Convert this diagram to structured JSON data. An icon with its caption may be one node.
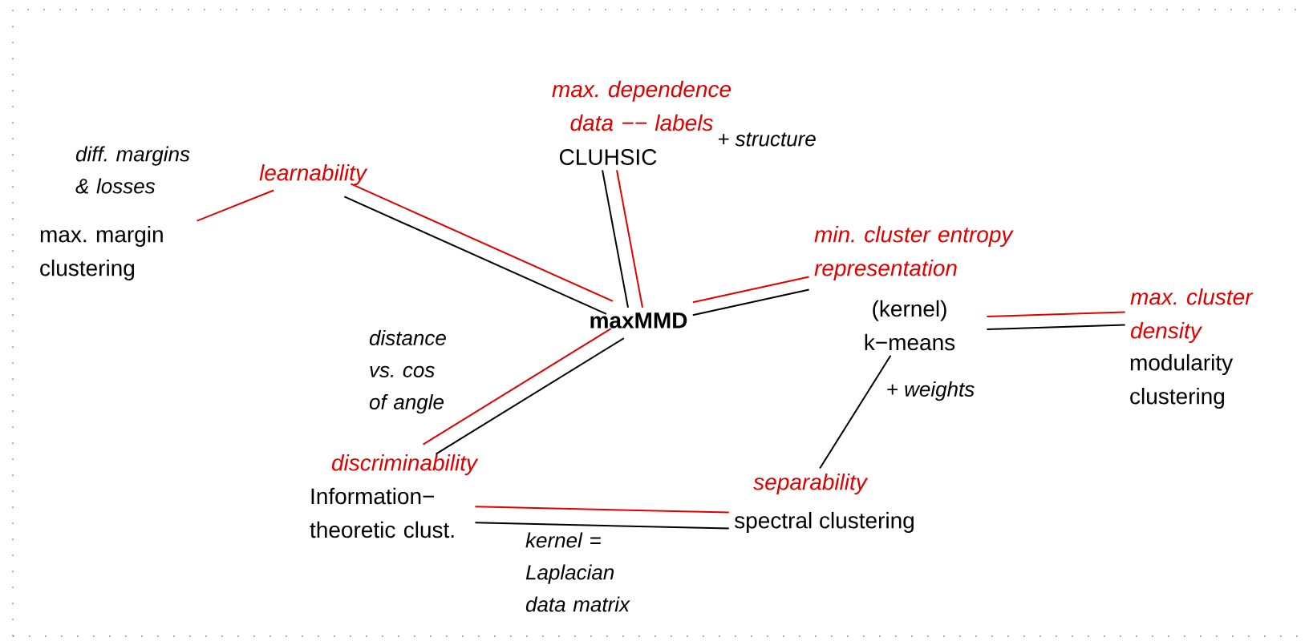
{
  "diagram": {
    "nodes": [
      {
        "text": [
          "maxMMD"
        ]
      },
      {
        "text": [
          "max. dependence data −− labels"
        ]
      },
      {
        "text": [
          "CLUHSIC"
        ]
      },
      {
        "text": [
          "learnability"
        ]
      },
      {
        "text": [
          "max. margin clustering"
        ]
      },
      {
        "text": [
          "min. cluster entropy representation"
        ]
      },
      {
        "text": [
          "(kernel) k−means"
        ]
      },
      {
        "text": [
          "max. cluster density"
        ]
      },
      {
        "text": [
          "modularity clustering"
        ]
      },
      {
        "text": [
          "discriminability"
        ]
      },
      {
        "text": [
          "Information− theoretic clust."
        ]
      },
      {
        "text": [
          "separability"
        ]
      },
      {
        "text": [
          "spectral clustering"
        ]
      }
    ],
    "edges": [
      {
        "from": 0,
        "to": 2,
        "arrow": "none"
      },
      {
        "from": 0,
        "to": 2,
        "arrow": "none",
        "color": "#e00000"
      },
      {
        "from": 0,
        "to": 3,
        "arrow": "none"
      },
      {
        "from": 0,
        "to": 3,
        "arrow": "none",
        "color": "#e00000"
      },
      {
        "from": 3,
        "to": 4,
        "arrow": "none",
        "color": "#e00000",
        "label": "diff. margins & losses"
      },
      {
        "from": 0,
        "to": 5,
        "arrow": "none"
      },
      {
        "from": 0,
        "to": 5,
        "arrow": "none",
        "color": "#e00000"
      },
      {
        "from": 6,
        "to": 7,
        "arrow": "none"
      },
      {
        "from": 6,
        "to": 7,
        "arrow": "none",
        "color": "#e00000"
      },
      {
        "from": 0,
        "to": 9,
        "arrow": "none",
        "label": "distance vs. cos of angle"
      },
      {
        "from": 0,
        "to": 9,
        "arrow": "none",
        "color": "#e00000"
      },
      {
        "from": 6,
        "to": 11,
        "arrow": "none",
        "label": "+ weights"
      },
      {
        "from": 10,
        "to": 12,
        "arrow": "none",
        "label": "kernel = Laplacian data matrix"
      },
      {
        "from": 10,
        "to": 12,
        "arrow": "none",
        "color": "#e00000"
      }
    ],
    "labels": [
      "+ structure"
    ]
  }
}
